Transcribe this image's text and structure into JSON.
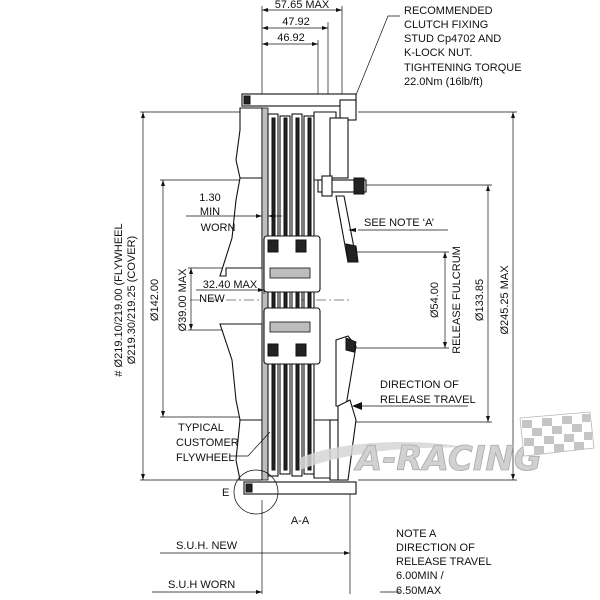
{
  "dimensions": {
    "top_max": "57.65 MAX",
    "top_a": "47.92",
    "top_b": "46.92",
    "flywheel_dia_1": "# Ø219.10/219.00 (FLYWHEEL",
    "flywheel_dia_2": "Ø219.30/219.25 (COVER)",
    "dia_142": "Ø142.00",
    "dia_39": "Ø39.00 MAX",
    "dia_54": "Ø54.00",
    "fulcrum": "RELEASE FULCRUM",
    "dia_133": "Ø133.85",
    "dia_245": "Ø245.25 MAX"
  },
  "notes": {
    "recommended": [
      "RECOMMENDED",
      "CLUTCH FIXING",
      "STUD Cp4702 AND",
      "K-LOCK NUT.",
      "TIGHTENING TORQUE",
      "22.0Nm (16lb/ft)"
    ],
    "worn": [
      "1.30",
      "MIN",
      "WORN"
    ],
    "new_max": [
      "32.40 MAX",
      "NEW"
    ],
    "see_note": "SEE NOTE ‘A’",
    "direction": [
      "DIRECTION OF",
      "RELEASE TRAVEL"
    ],
    "typical": [
      "TYPICAL",
      "CUSTOMER",
      "FLYWHEEL"
    ],
    "section": "A-A",
    "detail_e": "E",
    "note_a": [
      "NOTE A",
      "DIRECTION OF",
      "RELEASE TRAVEL",
      "6.00MIN /",
      "6.50MAX"
    ],
    "suh_new": "S.U.H. NEW",
    "suh_worn": "S.U.H WORN"
  },
  "watermark": {
    "text": "A-RACING",
    "color": "#c9c9c9"
  }
}
